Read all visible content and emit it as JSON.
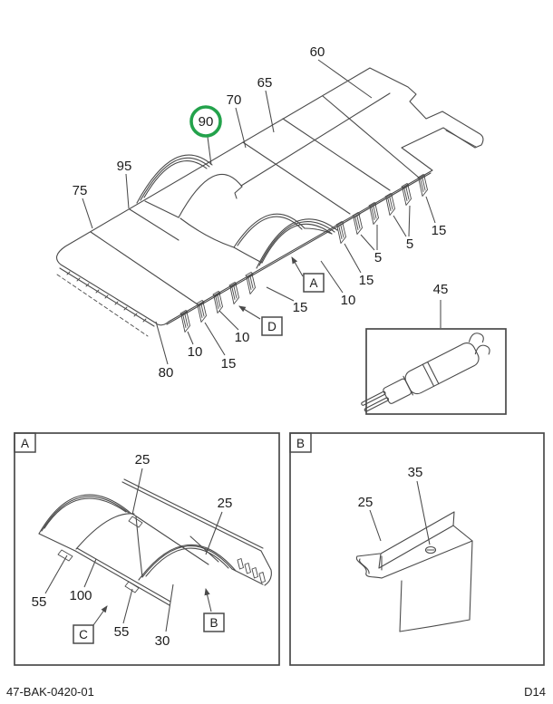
{
  "colors": {
    "line": "#4a4a4a",
    "text": "#1d1d1d",
    "highlight": "#23a24b",
    "frame": "#4a4a4a",
    "background": "#ffffff"
  },
  "footer": {
    "doc_number": "47-BAK-0420-01",
    "page_code": "D14"
  },
  "main_view": {
    "callouts": {
      "c60": "60",
      "c65": "65",
      "c70": "70",
      "c90": "90",
      "c95": "95",
      "c75": "75",
      "c80": "80",
      "c45": "45",
      "c10_a": "10",
      "c15_a": "15",
      "c10_b": "10",
      "c15_b": "15",
      "c10_c": "10",
      "c15_c": "15",
      "c5_a": "5",
      "c5_b": "5",
      "c15_d": "15",
      "ref_a": "A",
      "ref_d": "D"
    }
  },
  "detail_a": {
    "frame_ref": "A",
    "callouts": {
      "c25_top": "25",
      "c25_right": "25",
      "c55_left": "55",
      "c100": "100",
      "c55_mid": "55",
      "c30": "30",
      "ref_c": "C",
      "ref_b": "B"
    }
  },
  "detail_b": {
    "frame_ref": "B",
    "callouts": {
      "c25": "25",
      "c35": "35"
    }
  }
}
